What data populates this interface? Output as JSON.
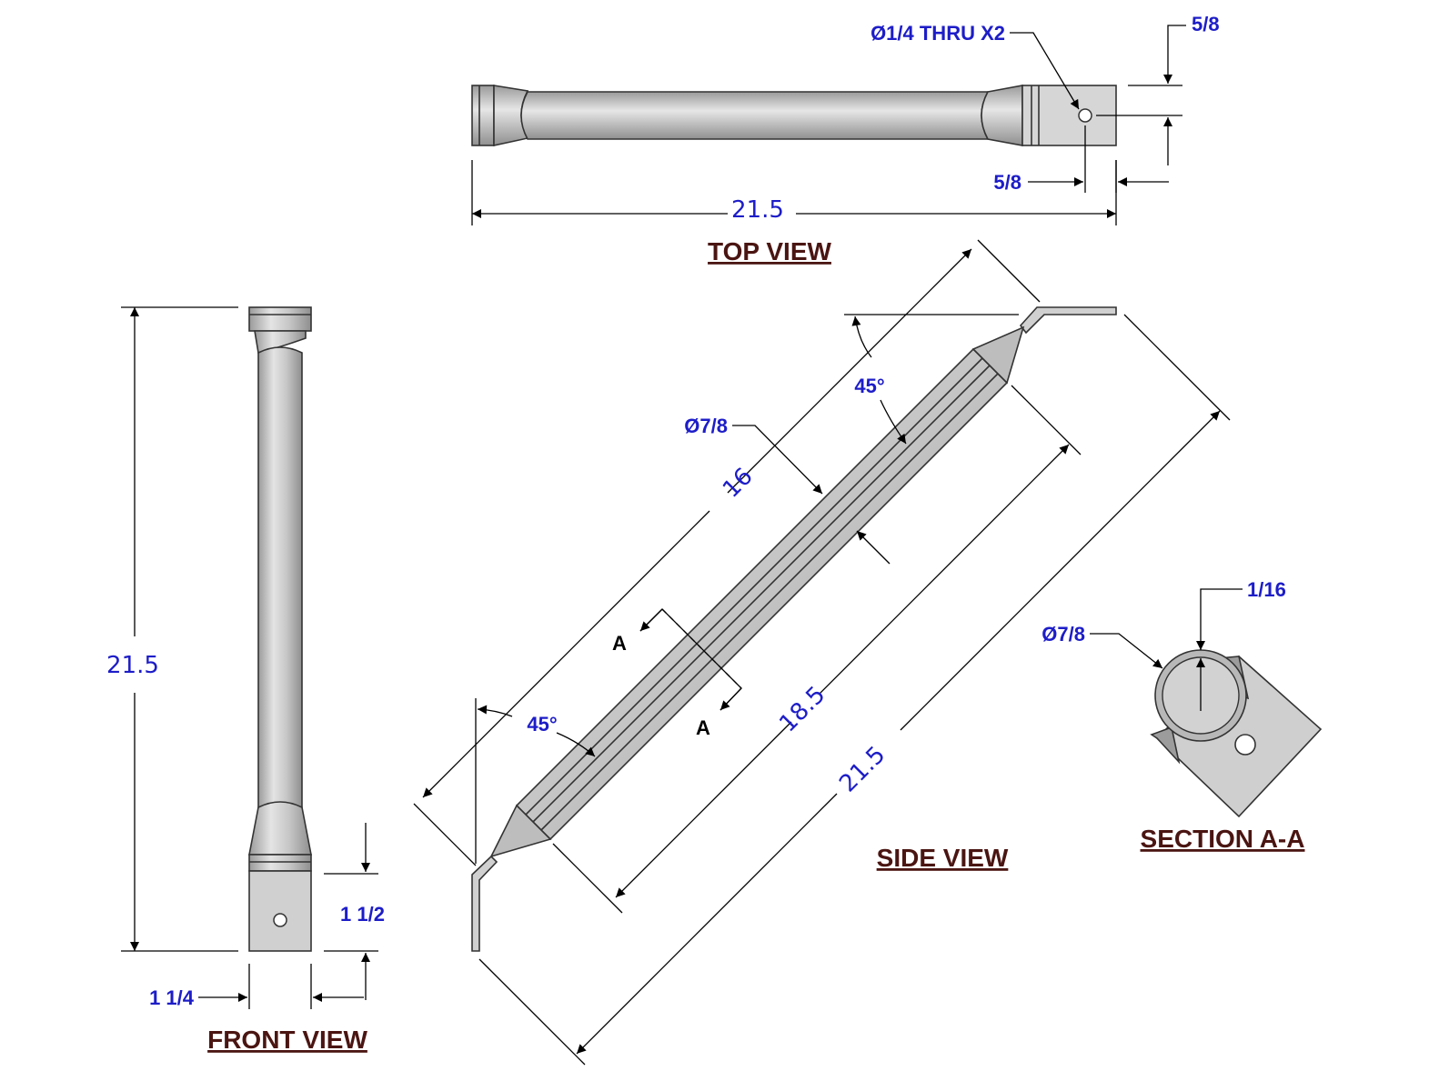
{
  "views": {
    "top": "TOP VIEW",
    "front": "FRONT VIEW",
    "side": "SIDE VIEW",
    "section": "SECTION A-A"
  },
  "dimensions": {
    "top_length": "21.5",
    "top_hole": "Ø1/4 THRU X2",
    "top_offset_y": "5/8",
    "top_offset_x": "5/8",
    "front_length": "21.5",
    "front_tab_height": "1 1/2",
    "front_width": "1 1/4",
    "side_tube_dia": "Ø7/8",
    "side_16": "16",
    "side_18_5": "18.5",
    "side_21_5": "21.5",
    "side_angle_top": "45°",
    "side_angle_bottom": "45°",
    "section_label_a1": "A",
    "section_label_a2": "A",
    "section_dia": "Ø7/8",
    "section_wall": "1/16"
  },
  "colors": {
    "dimension_text": "#1d1dc8",
    "title_text": "#4a1512",
    "part_fill": "#c9c9c9"
  }
}
